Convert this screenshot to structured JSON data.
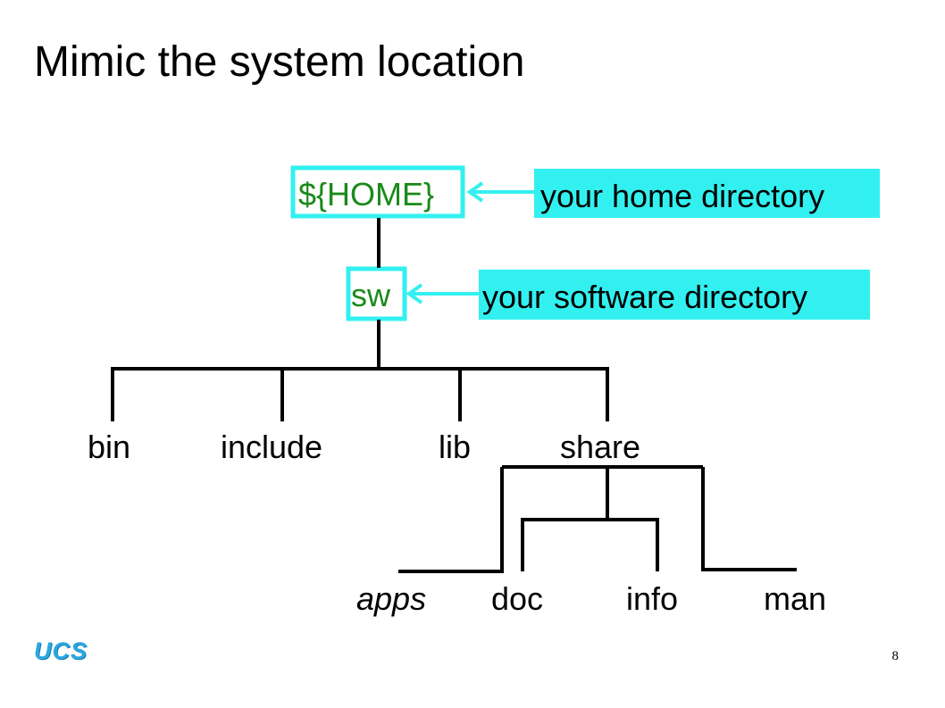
{
  "slide": {
    "title": "Mimic the system location",
    "page_number": "8",
    "logo_text": "UCS"
  },
  "tree": {
    "root": "${HOME}",
    "software_dir": "sw",
    "subdirs": [
      "bin",
      "include",
      "lib",
      "share"
    ],
    "share_children": [
      "apps",
      "doc",
      "info",
      "man"
    ]
  },
  "callouts": {
    "home": "your home directory",
    "software": "your software directory"
  },
  "colors": {
    "highlight_box": "#33f0f0",
    "callout_fill": "#33f0f0",
    "root_text": "#1a8a1a",
    "lines": "#000000"
  }
}
